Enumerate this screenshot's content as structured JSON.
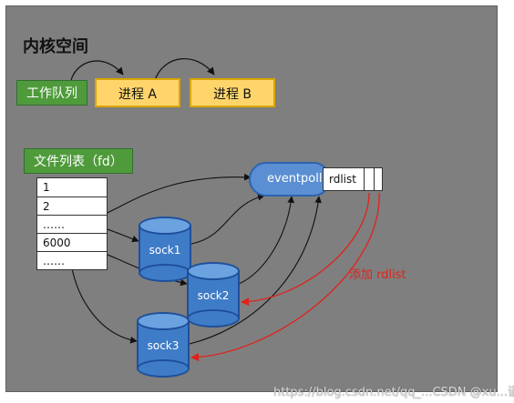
{
  "title": "内核空间",
  "work_queue": {
    "label": "工作队列",
    "processes": [
      "进程 A",
      "进程 B"
    ]
  },
  "fd_table": {
    "label": "文件列表（fd）",
    "rows": [
      "1",
      "2",
      "……",
      "6000",
      "……"
    ]
  },
  "eventpoll": {
    "label": "eventpoll",
    "rdlist_label": "rdlist"
  },
  "sockets": [
    "sock1",
    "sock2",
    "sock3"
  ],
  "annotation": "添加 rdlist",
  "watermark": "https://blog.csdn.net/qq_...CSDN @xu...谨言"
}
